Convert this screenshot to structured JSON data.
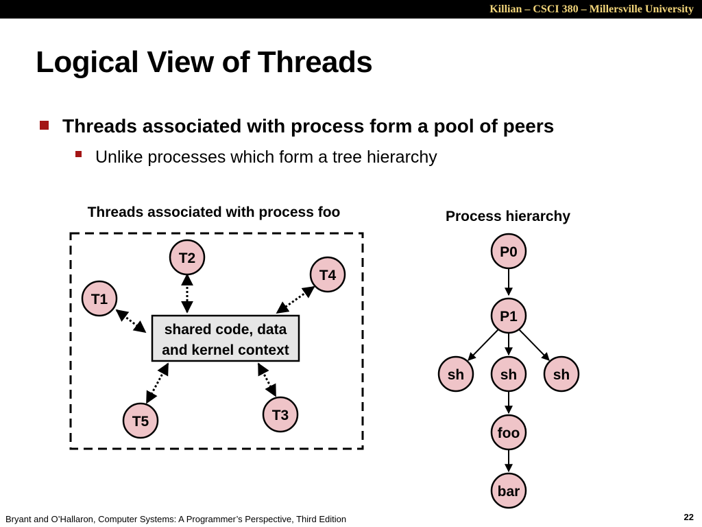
{
  "header": {
    "text": "Killian – CSCI 380 – Millersville University"
  },
  "slide": {
    "title": "Logical View of Threads",
    "bullets": [
      {
        "text": "Threads associated with process form a pool of peers",
        "sub": [
          "Unlike processes which form a tree hierarchy"
        ]
      }
    ]
  },
  "diagrams": {
    "threads": {
      "heading": "Threads associated with process foo",
      "shared_line1": "shared code, data",
      "shared_line2": "and kernel context",
      "nodes": [
        "T1",
        "T2",
        "T3",
        "T4",
        "T5"
      ]
    },
    "process": {
      "heading": "Process hierarchy",
      "nodes": [
        "P0",
        "P1",
        "sh",
        "sh",
        "sh",
        "foo",
        "bar"
      ]
    }
  },
  "colors": {
    "node_fill": "#efc4c8",
    "box_fill": "#e6e6e6",
    "accent": "#a31515",
    "header_text": "#f2d57a"
  },
  "footer": {
    "citation": "Bryant and O’Hallaron, Computer Systems: A Programmer’s Perspective, Third Edition",
    "page": "22"
  }
}
